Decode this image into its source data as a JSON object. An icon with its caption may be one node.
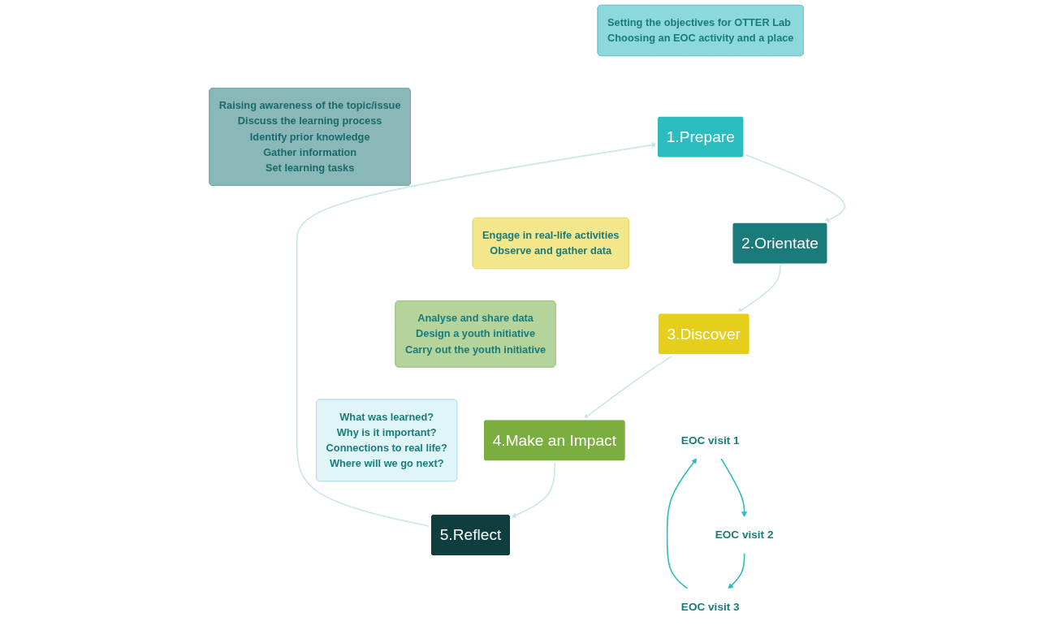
{
  "diagram": {
    "nodes": [
      {
        "text": [
          "Setting the objectives for OTTER Lab",
          "Choosing an EOC activity and a place"
        ]
      },
      {
        "text": [
          "1.Prepare"
        ]
      },
      {
        "text": [
          "What was learned?",
          "Why is it important?",
          "Connections to real life?",
          "Where will we go next?"
        ]
      },
      {
        "text": [
          "Raising awareness of the topic/issue",
          "Discuss the learning process",
          "Identify prior knowledge",
          "Gather information",
          "Set learning tasks"
        ]
      },
      {
        "text": [
          "5.Reflect"
        ]
      },
      {
        "text": [
          "2.Orientate"
        ]
      },
      {
        "text": [
          "Analyse and share data",
          "Design a youth initiative",
          "Carry out the youth initiative"
        ]
      },
      {
        "text": [
          "Engage in real-life activities",
          "Observe and gather data"
        ]
      },
      {
        "text": [
          "4.Make an Impact"
        ]
      },
      {
        "text": [
          "3.Discover"
        ]
      },
      {
        "text": [
          "EOC visit 1"
        ]
      },
      {
        "text": [
          "EOC visit 2"
        ]
      },
      {
        "text": [
          "EOC visit 3"
        ]
      }
    ],
    "edges": [
      {
        "from": 1,
        "to": 5,
        "arrow": "to"
      },
      {
        "from": 5,
        "to": 9,
        "arrow": "to"
      },
      {
        "from": 9,
        "to": 8,
        "arrow": "to"
      },
      {
        "from": 8,
        "to": 4,
        "arrow": "to"
      },
      {
        "from": 4,
        "to": 1,
        "arrow": "to"
      },
      {
        "from": 10,
        "to": 11,
        "arrow": "to",
        "color": "#2bbcc0"
      },
      {
        "from": 11,
        "to": 12,
        "arrow": "to",
        "color": "#2bbcc0"
      },
      {
        "from": 12,
        "to": 10,
        "arrow": "to",
        "color": "#2bbcc0"
      }
    ]
  }
}
